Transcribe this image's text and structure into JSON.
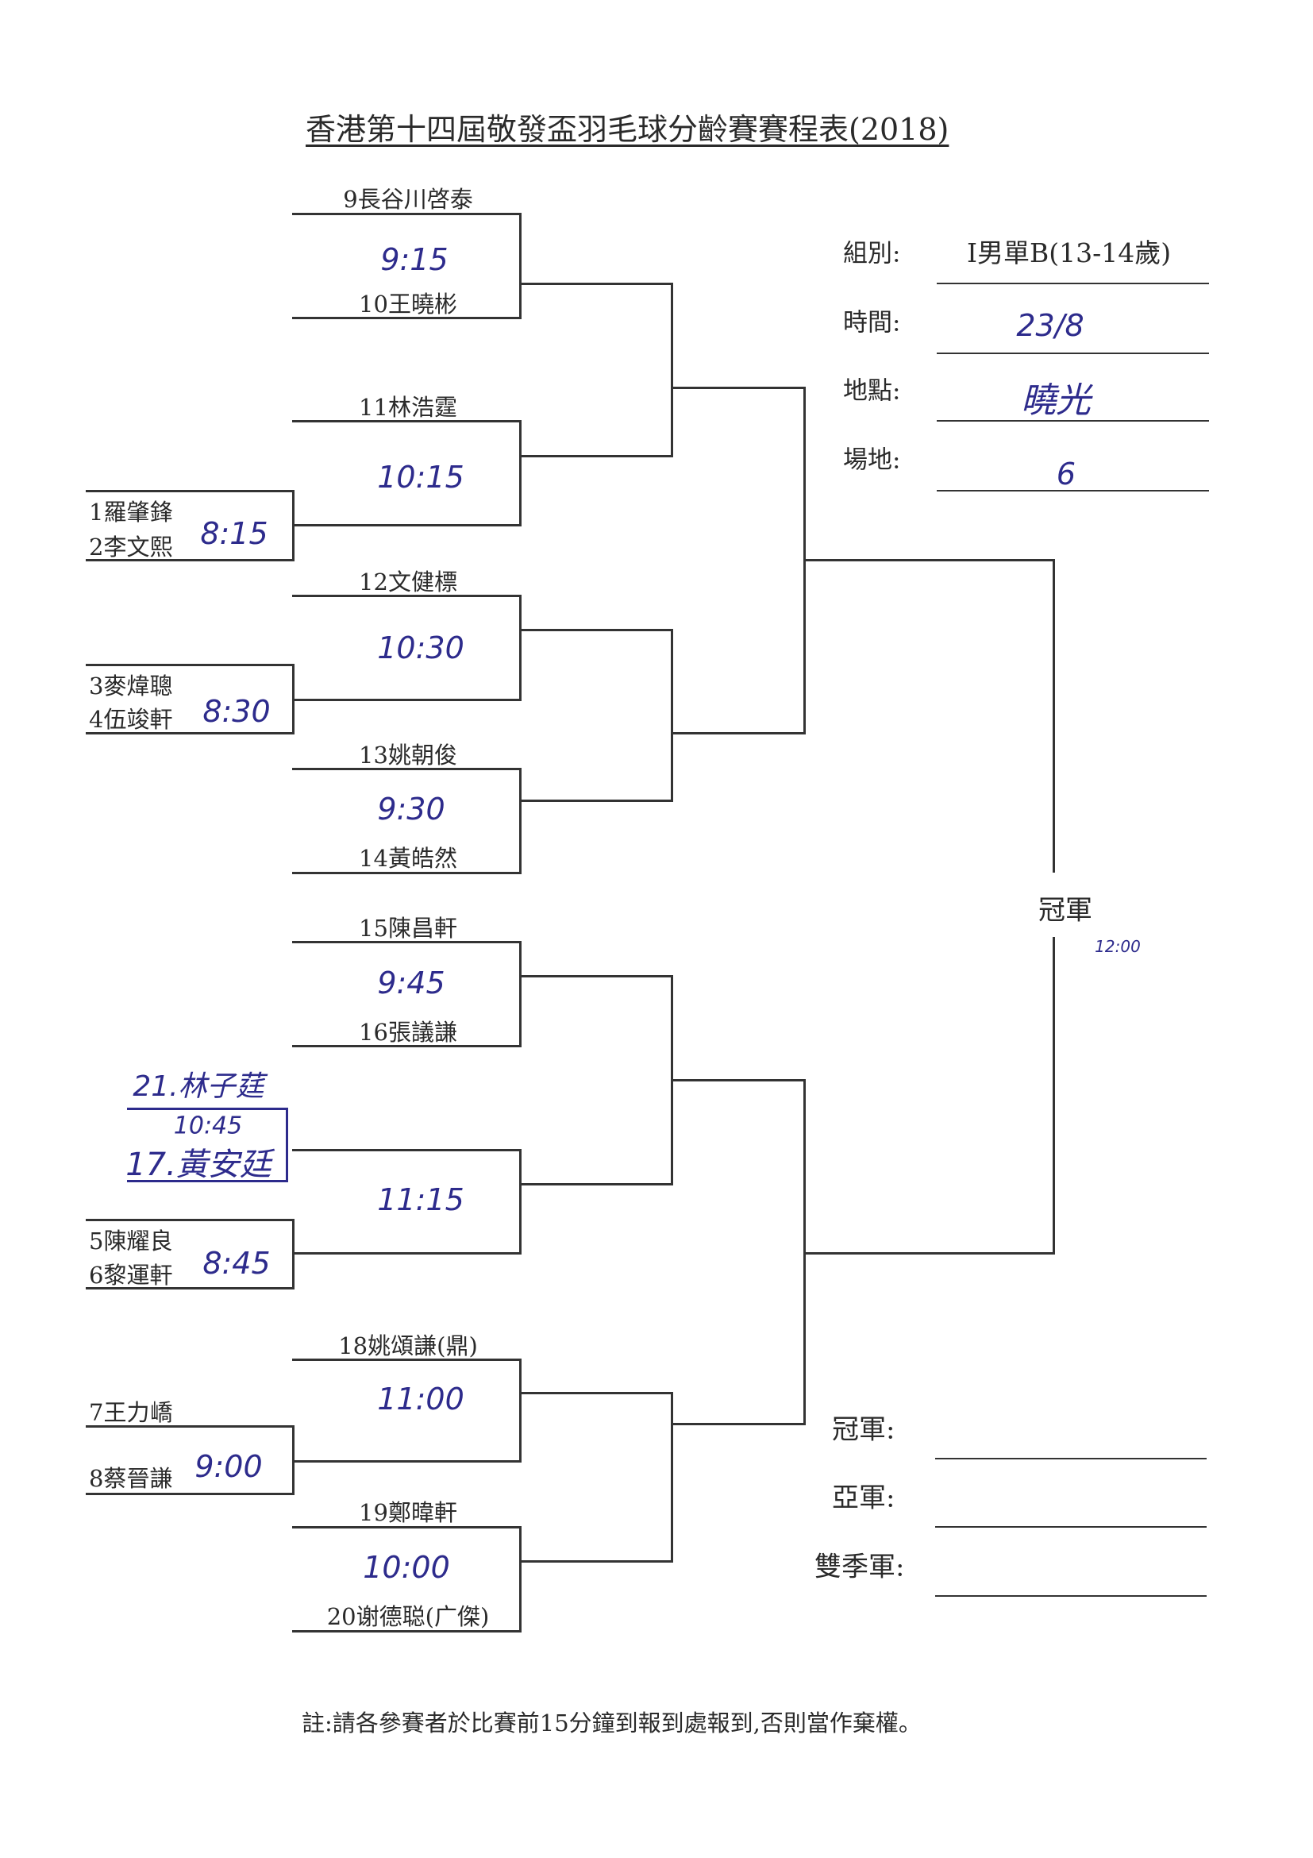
{
  "title": "香港第十四屆敬發盃羽毛球分齡賽賽程表(2018)",
  "info": {
    "group_label": "組別:",
    "group_value": "I男單B(13-14歲)",
    "time_label": "時間:",
    "time_value": "23/8",
    "venue_label": "地點:",
    "venue_value": "曉光",
    "court_label": "場地:",
    "court_value": "6"
  },
  "bracket": {
    "m1": {
      "top": "9長谷川啓泰",
      "bottom": "10王曉彬",
      "time": "9:15"
    },
    "m2": {
      "top": "11林浩霆",
      "time": "10:15"
    },
    "p12": {
      "top": "1羅肇鋒",
      "bottom": "2李文熙",
      "time": "8:15"
    },
    "m3": {
      "top": "12文健標",
      "time": "10:30"
    },
    "p34": {
      "top": "3麥煒聰",
      "bottom": "4伍竣軒",
      "time": "8:30"
    },
    "m4": {
      "top": "13姚朝俊",
      "bottom": "14黃皓然",
      "time": "9:30"
    },
    "m5": {
      "top": "15陳昌軒",
      "bottom": "16張議謙",
      "time": "9:45"
    },
    "hw": {
      "top": "21.林子莛",
      "time": "10:45",
      "bottom": "17.黃安廷"
    },
    "m6": {
      "time": "11:15"
    },
    "p56": {
      "top": "5陳耀良",
      "bottom": "6黎運軒",
      "time": "8:45"
    },
    "m7": {
      "top": "18姚頌謙(鼎)",
      "time": "11:00"
    },
    "p78": {
      "top": "7王力嶠",
      "bottom": "8蔡晉謙",
      "time": "9:00"
    },
    "m8": {
      "top": "19鄭暐軒",
      "bottom": "20谢德聪(广傑)",
      "time": "10:00"
    },
    "final_label": "冠軍",
    "final_time": "12:00"
  },
  "results": {
    "champion": "冠軍:",
    "runner_up": "亞軍:",
    "semi": "雙季軍:"
  },
  "note": "註:請各參賽者於比賽前15分鐘到報到處報到,否則當作棄權。",
  "colors": {
    "ink": "#2d2b8c",
    "line": "#333333"
  }
}
